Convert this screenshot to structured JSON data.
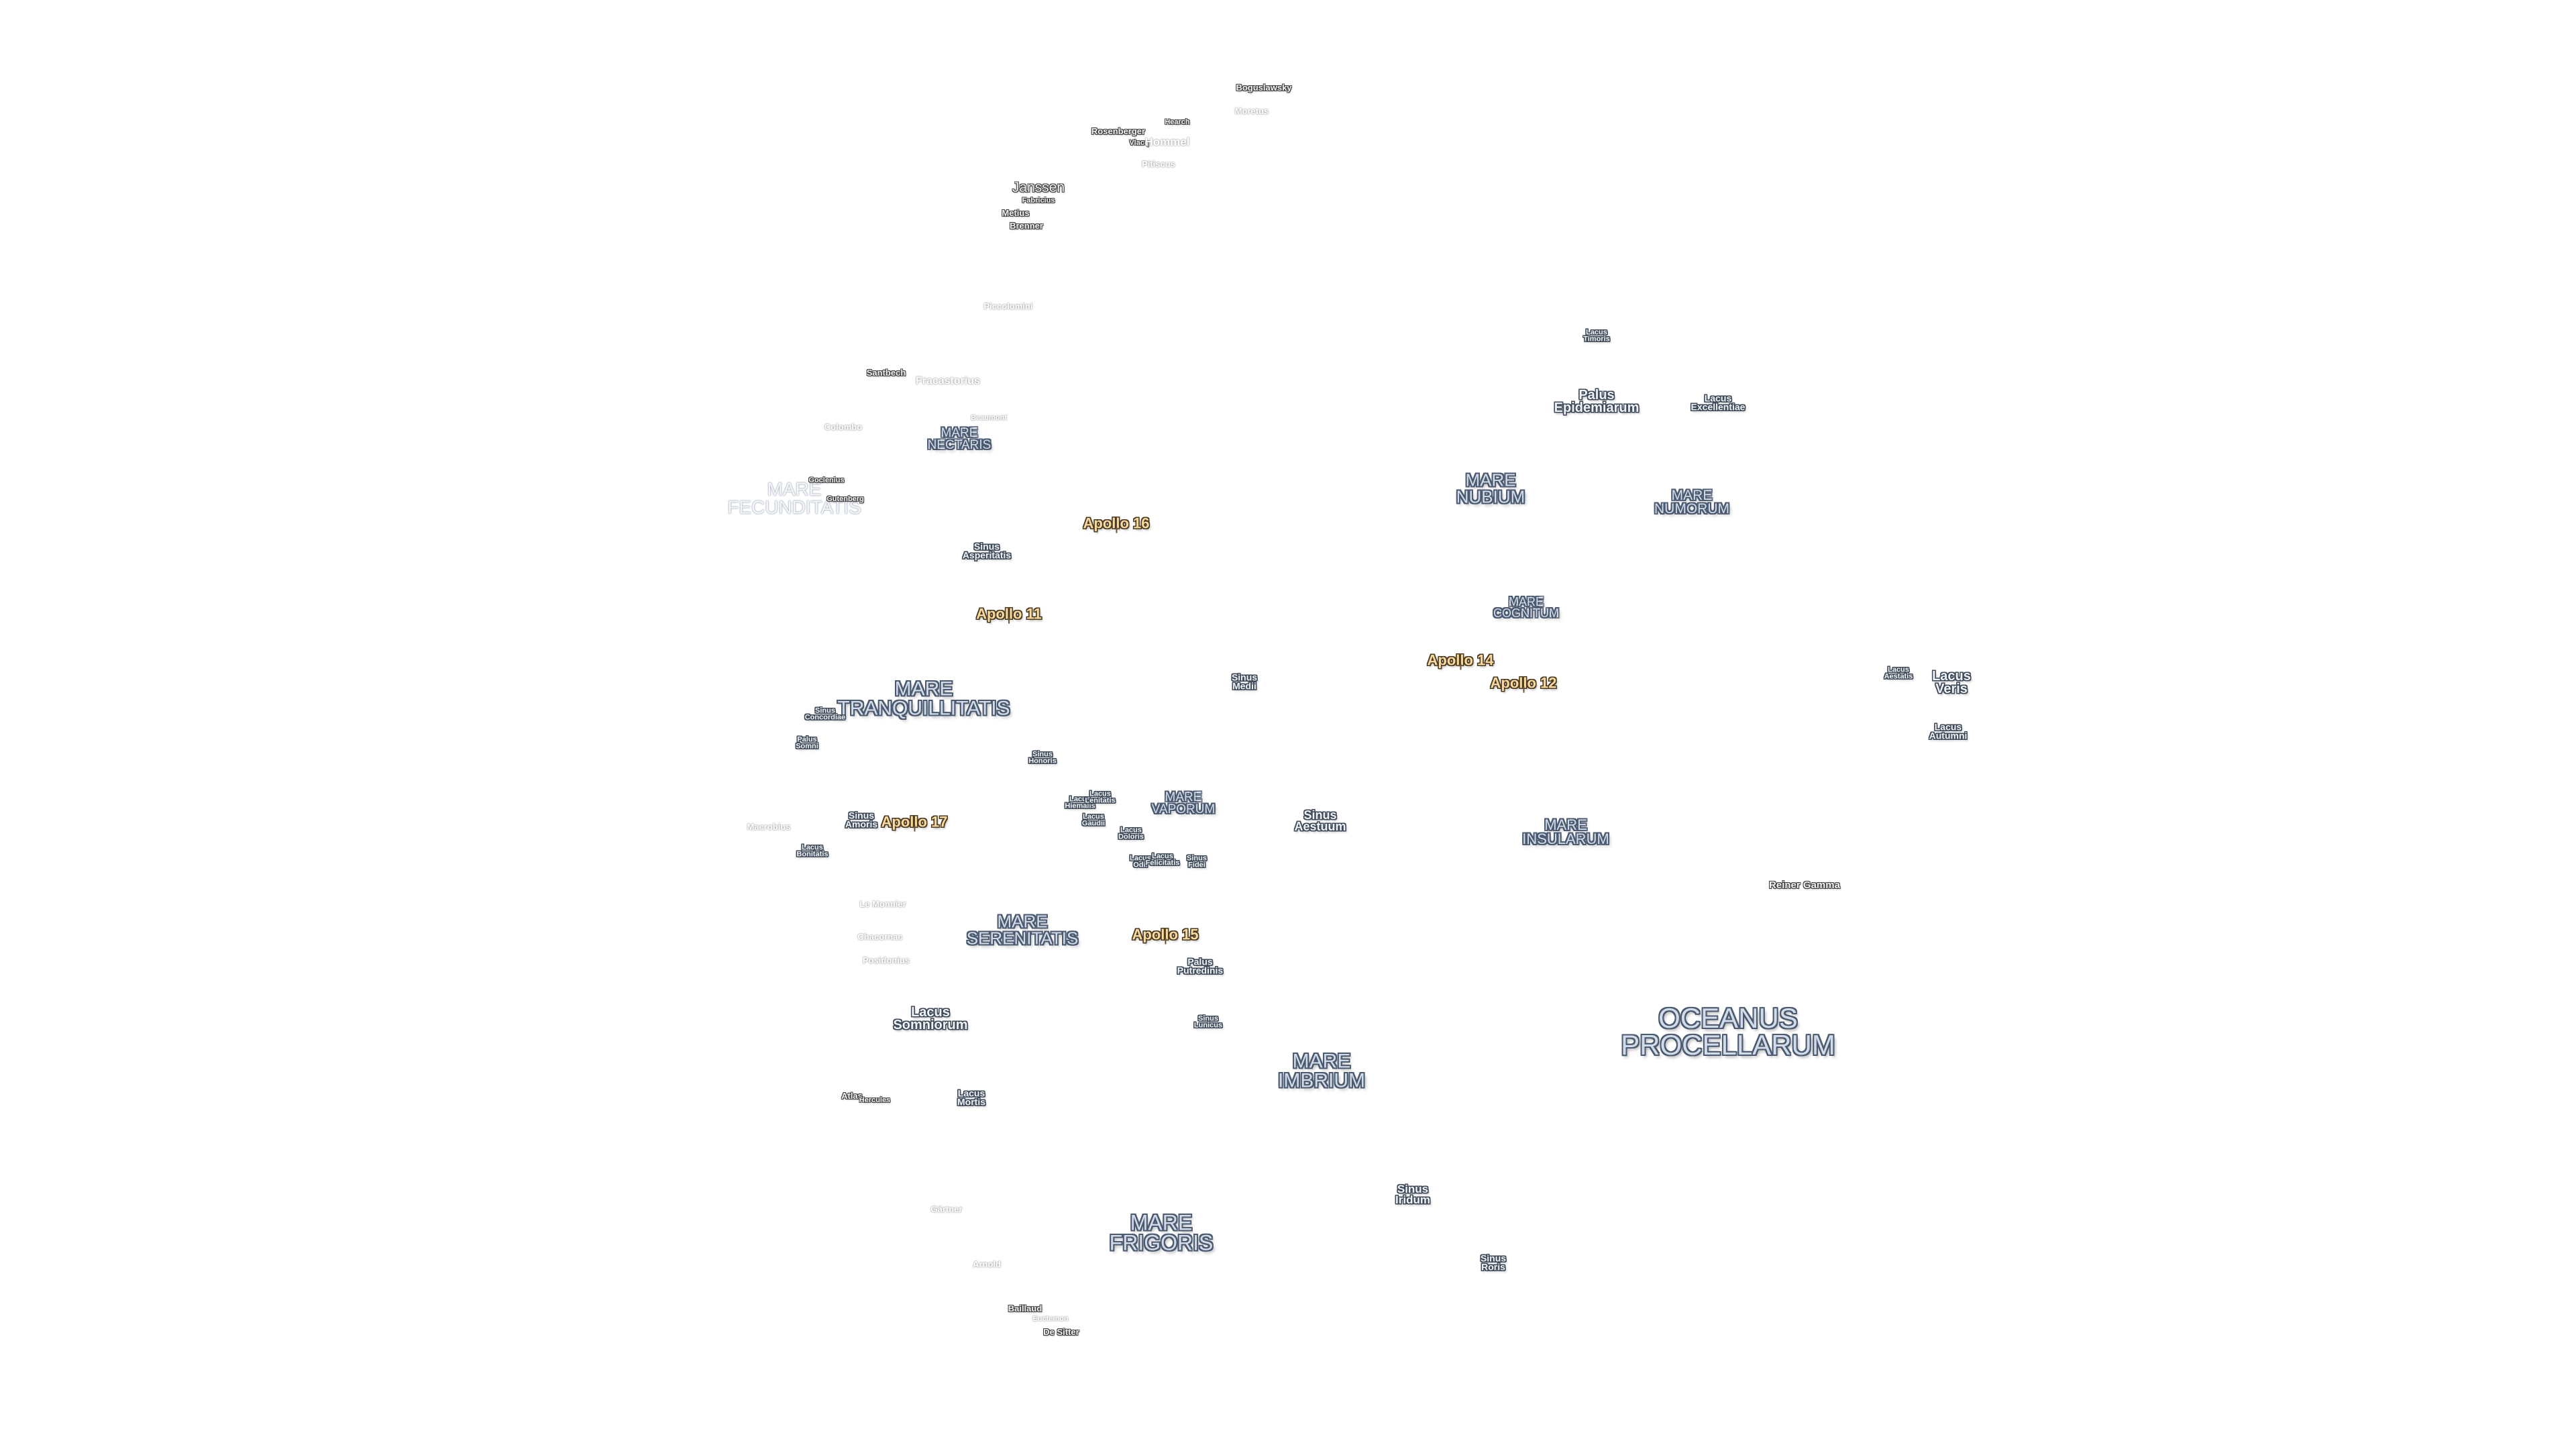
{
  "map": {
    "maria": {
      "oceanus_procellarum": [
        "OCEANUS",
        "PROCELLARUM"
      ],
      "mare_tranquillitatis": [
        "MARE",
        "TRANQUILLITATIS"
      ],
      "mare_serenitatis": [
        "MARE",
        "SERENITATIS"
      ],
      "mare_imbrium": [
        "MARE",
        "IMBRIUM"
      ],
      "mare_frigoris": [
        "MARE",
        "FRIGORIS"
      ],
      "mare_nubium": [
        "MARE",
        "NUBIUM"
      ],
      "mare_numorum": [
        "MARE",
        "NUMORUM"
      ],
      "mare_cognitum": [
        "MARE",
        "COGNITUM"
      ],
      "mare_insularum": [
        "MARE",
        "INSULARUM"
      ],
      "mare_vaporum": [
        "MARE",
        "VAPORUM"
      ],
      "mare_nectaris": [
        "MARE",
        "NECTARIS"
      ],
      "mare_fecunditatis": [
        "MARE",
        "FECUNDITATIS"
      ]
    },
    "features": {
      "palus_epidemiarum": [
        "Palus",
        "Epidemiarum"
      ],
      "lacus_excellentiae": [
        "Lacus",
        "Excellentiae"
      ],
      "lacus_timoris": [
        "Lacus",
        "Timoris"
      ],
      "lacus_veris": [
        "Lacus",
        "Veris"
      ],
      "lacus_autumni": [
        "Lacus",
        "Autumni"
      ],
      "lacus_aestatis": [
        "Lacus",
        "Aestatis"
      ],
      "sinus_medii": [
        "Sinus",
        "Medii"
      ],
      "sinus_aestuum": [
        "Sinus",
        "Aestuum"
      ],
      "sinus_asperitatis": [
        "Sinus",
        "Asperitatis"
      ],
      "sinus_concordiae": [
        "Sinus",
        "Concordiae"
      ],
      "palus_somni": [
        "Palus",
        "Somni"
      ],
      "sinus_amoris": [
        "Sinus",
        "Amoris"
      ],
      "lacus_bonitatis": [
        "Lacus",
        "Bonitatis"
      ],
      "sinus_honoris": [
        "Sinus",
        "Honoris"
      ],
      "lacus_hiemalis": [
        "Lacus",
        "Hiemalis"
      ],
      "lacus_lenitatis": [
        "Lacus",
        "Lenitatis"
      ],
      "lacus_gaudii": [
        "Lacus",
        "Gaudii"
      ],
      "lacus_doloris": [
        "Lacus",
        "Doloris"
      ],
      "lacus_odii": [
        "Lacus",
        "Odii"
      ],
      "lacus_felicitatis": [
        "Lacus",
        "Felicitatis"
      ],
      "sinus_fidei": [
        "Sinus",
        "Fidei"
      ],
      "palus_putredinis": [
        "Palus",
        "Putredinis"
      ],
      "sinus_lunicus": [
        "Sinus",
        "Lunicus"
      ],
      "lacus_somniorum": [
        "Lacus",
        "Somniorum"
      ],
      "lacus_mortis": [
        "Lacus",
        "Mortis"
      ],
      "sinus_iridum": [
        "Sinus",
        "Iridum"
      ],
      "sinus_roris": [
        "Sinus",
        "Roris"
      ]
    },
    "apollo": {
      "a11": "Apollo 11",
      "a12": "Apollo 12",
      "a14": "Apollo 14",
      "a15": "Apollo 15",
      "a16": "Apollo 16",
      "a17": "Apollo 17"
    },
    "craters": {
      "boguslawsky": "Boguslawsky",
      "moretus": "Moretus",
      "hearch": "Hearch",
      "rosenberger": "Rosenberger",
      "vlacq": "Vlacq",
      "hommel": "Hommel",
      "pitiscus": "Pitiscus",
      "janssen": "Janssen",
      "fabricius": "Fabricius",
      "metius": "Metius",
      "brenner": "Brenner",
      "piccolomini": "Piccolomini",
      "santbech": "Santbech",
      "fracastorius": "Fracastorius",
      "beaumont": "Beaumont",
      "colombo": "Colombo",
      "goclenius": "Goclenius",
      "gutenberg": "Gutenberg",
      "macrobius": "Macrobius",
      "le_monnier": "Le Monnier",
      "chacornac": "Chacornac",
      "posidonius": "Posidonius",
      "atlas": "Atlas",
      "hercules": "Hercules",
      "gartner": "Gärtner",
      "arnold": "Arnold",
      "baillaud": "Baillaud",
      "euctemon": "Euctemon",
      "de_sitter": "De Sitter",
      "reiner_gamma": "Reiner Gamma"
    }
  }
}
